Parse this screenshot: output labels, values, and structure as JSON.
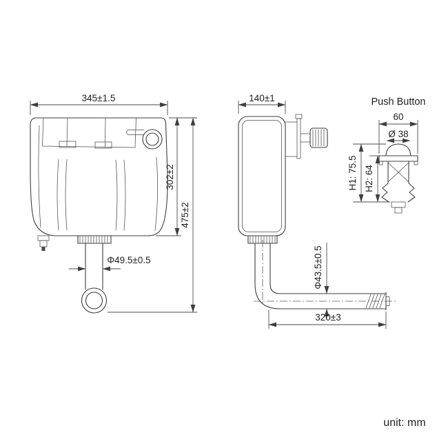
{
  "meta": {
    "unit_label": "unit: mm"
  },
  "front_view": {
    "description": "concealed cistern tank front elevation",
    "dim_width": "345±1.5",
    "dim_inner_height": "302±2",
    "dim_total_height": "475±2",
    "dim_outlet_diameter": "Φ49.5±0.5"
  },
  "side_view": {
    "description": "cistern side elevation with flush pipe",
    "dim_depth": "140±1",
    "dim_pipe_diameter": "Φ43.5±0.5",
    "dim_pipe_length": "320±3"
  },
  "push_button": {
    "title": "Push Button",
    "dim_width": "60",
    "dim_cap_diameter": "Ø 38",
    "dim_h1": "H1: 75.5",
    "dim_h2": "H2: 64"
  },
  "colors": {
    "line": "#3c3c3c",
    "dimension_line": "#4a4a4a",
    "text": "#1f1f1f",
    "background": "#ffffff"
  }
}
